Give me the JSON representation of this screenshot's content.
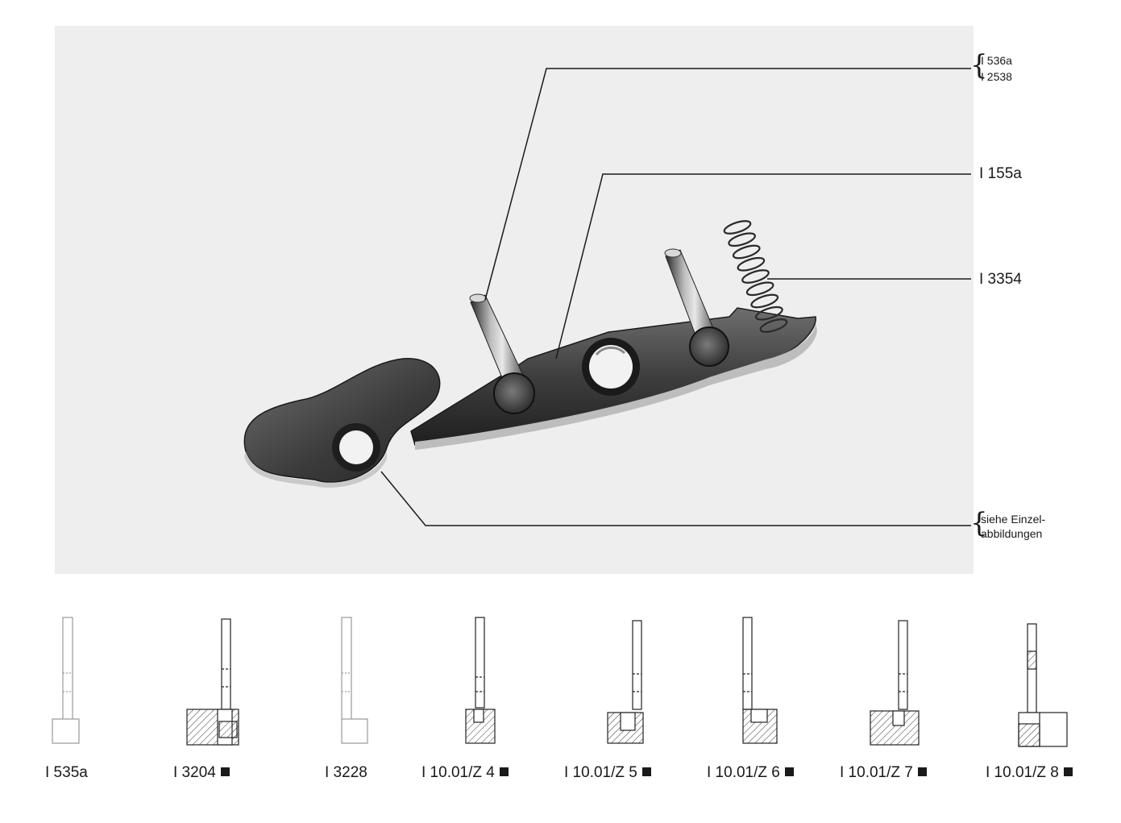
{
  "callouts": {
    "pin_top": "I 536a",
    "pin_bottom": "I 2538",
    "lever": "I 155a",
    "spring": "I 3354",
    "note_line1": "siehe Einzel-",
    "note_line2": "abbildungen"
  },
  "parts": [
    {
      "label": "I 535a",
      "marked": false
    },
    {
      "label": "I 3204",
      "marked": true
    },
    {
      "label": "I 3228",
      "marked": false
    },
    {
      "label": "I 10.01/Z 4",
      "marked": true
    },
    {
      "label": "I 10.01/Z 5",
      "marked": true
    },
    {
      "label": "I 10.01/Z 6",
      "marked": true
    },
    {
      "label": "I 10.01/Z 7",
      "marked": true
    },
    {
      "label": "I 10.01/Z 8",
      "marked": true
    }
  ]
}
